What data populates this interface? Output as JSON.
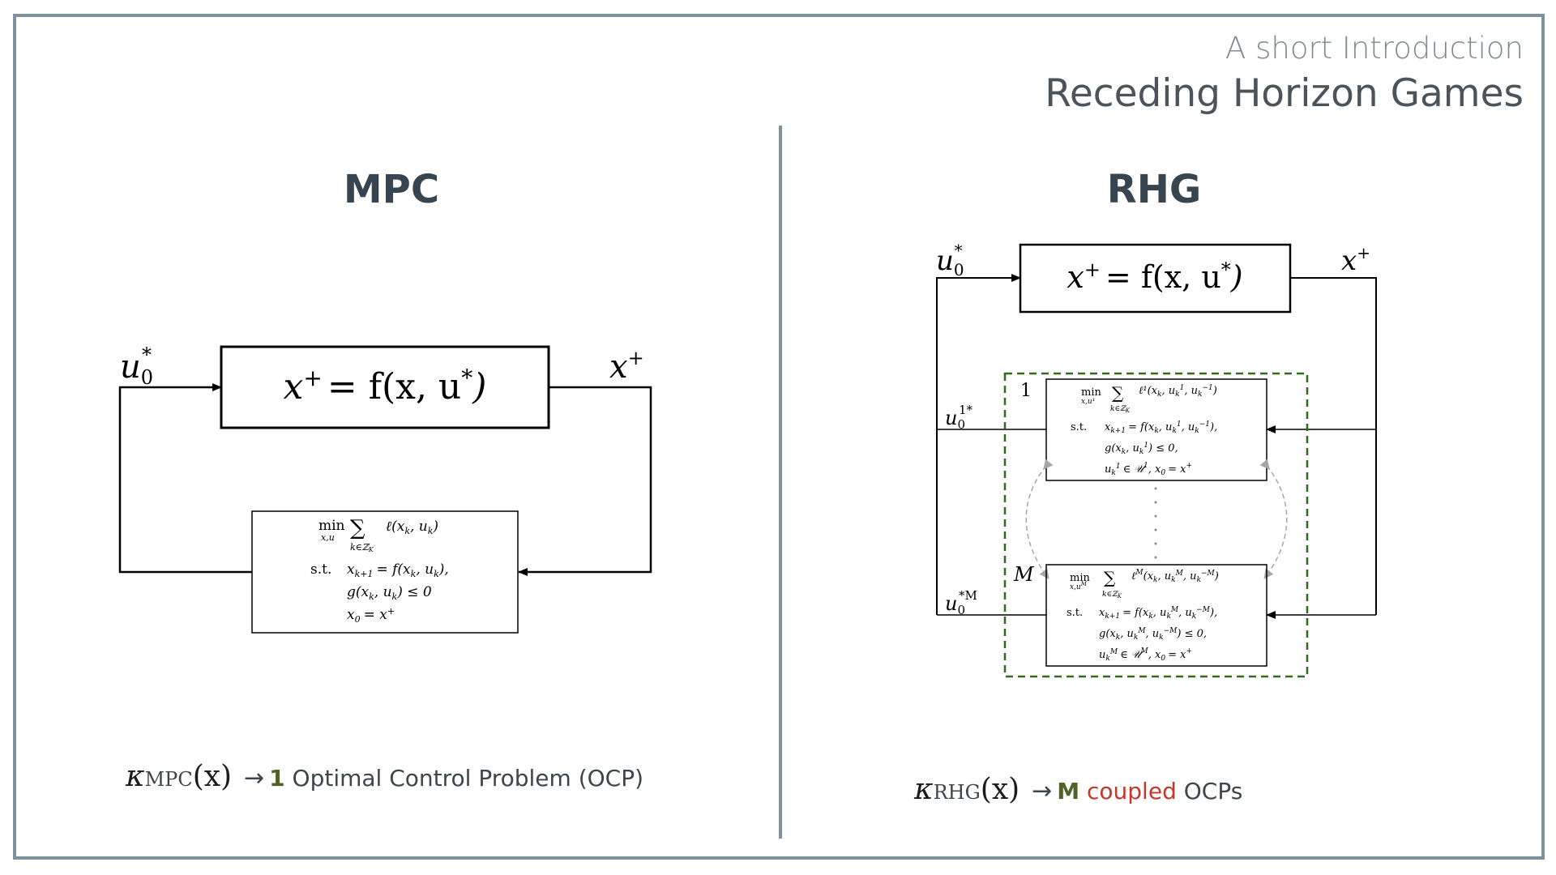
{
  "header": {
    "subtitle": "A short Introduction",
    "title": "Receding Horizon Games"
  },
  "columns": {
    "left_heading": "MPC",
    "right_heading": "RHG"
  },
  "mpc_diagram": {
    "input_label_base": "u",
    "input_label_sub": "0",
    "input_label_sup": "*",
    "output_label_base": "x",
    "output_label_sup": "+",
    "plant_eq_lhs": "x",
    "plant_eq_lhs_sup": "+",
    "plant_eq_rhs": "= f(x, u",
    "plant_eq_rhs_sup": "*",
    "plant_eq_close": ")",
    "ocp_min": "min",
    "ocp_min_under": "x,u",
    "ocp_sum": "∑",
    "ocp_sum_under": "k∈ℤ",
    "ocp_sum_under_sub": "K",
    "ocp_cost": "ℓ(x",
    "ocp_cost_sub1": "k",
    "ocp_cost_mid": ", u",
    "ocp_cost_sub2": "k",
    "ocp_cost_close": ")",
    "ocp_st": "s.t.",
    "ocp_c1": "x",
    "ocp_c1_sub": "k+1",
    "ocp_c1_rest": "= f(x",
    "ocp_c1_sub2": "k",
    "ocp_c1_mid": ", u",
    "ocp_c1_sub3": "k",
    "ocp_c1_close": "),",
    "ocp_c2": "g(x",
    "ocp_c2_sub": "k",
    "ocp_c2_mid": ", u",
    "ocp_c2_sub2": "k",
    "ocp_c2_close": ") ≤ 0",
    "ocp_c3": "x",
    "ocp_c3_sub": "0",
    "ocp_c3_rest": "= x",
    "ocp_c3_sup": "+"
  },
  "rhg_diagram": {
    "input_label_base": "u",
    "input_label_sub": "0",
    "input_label_sup": "*",
    "output_label_base": "x",
    "output_label_sup": "+",
    "plant_eq_lhs": "x",
    "plant_eq_lhs_sup": "+",
    "plant_eq_rhs": "= f(x, u",
    "plant_eq_rhs_sup": "*",
    "plant_eq_close": ")",
    "agent1_index": "1",
    "agentM_index": "M",
    "agent1_input_base": "u",
    "agent1_input_sub": "0",
    "agent1_input_sup": "1*",
    "agentM_input_base": "u",
    "agentM_input_sub": "0",
    "agentM_input_sup": "*M",
    "ocp1_min": "min",
    "ocp1_min_under": "x,u¹",
    "ocp1_sum": "∑",
    "ocp1_sum_under": "k∈ℤ",
    "ocp1_sum_under_sub": "K",
    "ocp1_cost": "ℓ¹(x",
    "ocp1_cost_sub": "k",
    "ocp1_cost_mid": ", u",
    "ocp1_cost_sub2": "k",
    "ocp1_cost_sup2": "1",
    "ocp1_cost_mid2": ", u",
    "ocp1_cost_sub3": "k",
    "ocp1_cost_sup3": "−1",
    "ocp1_cost_close": ")",
    "ocp1_st": "s.t.",
    "ocp1_c1": "x",
    "ocp1_c1_sub": "k+1",
    "ocp1_c1_rest": "= f(x",
    "ocp1_c1_sub2": "k",
    "ocp1_c1_mid": ", u",
    "ocp1_c1_sub3": "k",
    "ocp1_c1_sup3": "1",
    "ocp1_c1_mid2": ", u",
    "ocp1_c1_sub4": "k",
    "ocp1_c1_sup4": "−1",
    "ocp1_c1_close": "),",
    "ocp1_c2": "g(x",
    "ocp1_c2_sub": "k",
    "ocp1_c2_mid": ", u",
    "ocp1_c2_sub2": "k",
    "ocp1_c2_sup2": "1",
    "ocp1_c2_close": ") ≤ 0,",
    "ocp1_c3": "u",
    "ocp1_c3_sub": "k",
    "ocp1_c3_sup": "1",
    "ocp1_c3_rest": "∈ 𝒰",
    "ocp1_c3_sup2": "1",
    "ocp1_c3_mid": ", x",
    "ocp1_c3_sub2": "0",
    "ocp1_c3_rest2": "= x",
    "ocp1_c3_sup3": "+",
    "ocpM_min": "min",
    "ocpM_min_under": "x,u",
    "ocpM_min_under_sup": "M",
    "ocpM_sum": "∑",
    "ocpM_sum_under": "k∈ℤ",
    "ocpM_sum_under_sub": "K",
    "ocpM_cost": "ℓ",
    "ocpM_cost_sup": "M",
    "ocpM_cost_rest": "(x",
    "ocpM_cost_sub": "k",
    "ocpM_cost_mid": ", u",
    "ocpM_cost_sub2": "k",
    "ocpM_cost_sup2": "M",
    "ocpM_cost_mid2": ", u",
    "ocpM_cost_sub3": "k",
    "ocpM_cost_sup3": "−M",
    "ocpM_cost_close": ")",
    "ocpM_st": "s.t.",
    "ocpM_c1": "x",
    "ocpM_c1_sub": "k+1",
    "ocpM_c1_rest": "= f(x",
    "ocpM_c1_sub2": "k",
    "ocpM_c1_mid": ", u",
    "ocpM_c1_sub3": "k",
    "ocpM_c1_sup3": "M",
    "ocpM_c1_mid2": ", u",
    "ocpM_c1_sub4": "k",
    "ocpM_c1_sup4": "−M",
    "ocpM_c1_close": "),",
    "ocpM_c2": "g(x",
    "ocpM_c2_sub": "k",
    "ocpM_c2_mid": ", u",
    "ocpM_c2_sub2": "k",
    "ocpM_c2_sup2": "M",
    "ocpM_c2_mid2": ", u",
    "ocpM_c2_sub3": "k",
    "ocpM_c2_sup3": "−M",
    "ocpM_c2_close": ") ≤ 0,",
    "ocpM_c3": "u",
    "ocpM_c3_sub": "k",
    "ocpM_c3_sup": "M",
    "ocpM_c3_rest": "∈ 𝒰",
    "ocpM_c3_sup2": "M",
    "ocpM_c3_mid": ", x",
    "ocpM_c3_sub2": "0",
    "ocpM_c3_rest2": "= x",
    "ocpM_c3_sup3": "+",
    "game_box_color": "#2e6b1f",
    "coupling_arrow_color": "#a6a6a6"
  },
  "captions": {
    "mpc_kappa": "κ",
    "mpc_kappa_sub": "MPC",
    "mpc_kappa_arg": "(x)",
    "mpc_arrow": "→",
    "mpc_count": "1",
    "mpc_text": " Optimal Control Problem (OCP)",
    "rhg_kappa": "κ",
    "rhg_kappa_sub": "RHG",
    "rhg_kappa_arg": "(x)",
    "rhg_arrow": "→",
    "rhg_count": "M",
    "rhg_coupled": "coupled",
    "rhg_text": " OCPs"
  },
  "colors": {
    "frame": "#7d929e",
    "heading": "#36454f",
    "count_green": "#4f6228",
    "coupled_red": "#c0392b"
  }
}
